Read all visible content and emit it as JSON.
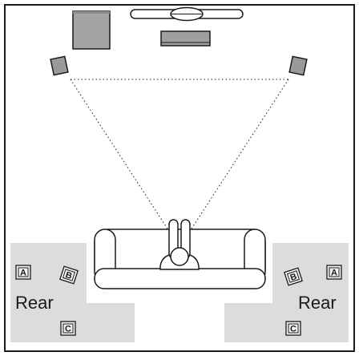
{
  "diagram": {
    "rear_zones": [
      {
        "side": "left",
        "label": "Rear",
        "positions": [
          "A",
          "B",
          "C"
        ]
      },
      {
        "side": "right",
        "label": "Rear",
        "positions": [
          "B",
          "A",
          "C"
        ]
      }
    ],
    "components": [
      "subwoofer",
      "tv",
      "soundbar",
      "front-left-speaker",
      "front-right-speaker",
      "sofa",
      "listener"
    ],
    "colors": {
      "room_border": "#1a1a1a",
      "rear_zone_fill": "#dcdcdc",
      "speaker_fill": "#9a9a9a",
      "subwoofer_fill": "#a4a4a4",
      "sofa_fill": "#ffffff",
      "line": "#1a1a1a"
    }
  }
}
